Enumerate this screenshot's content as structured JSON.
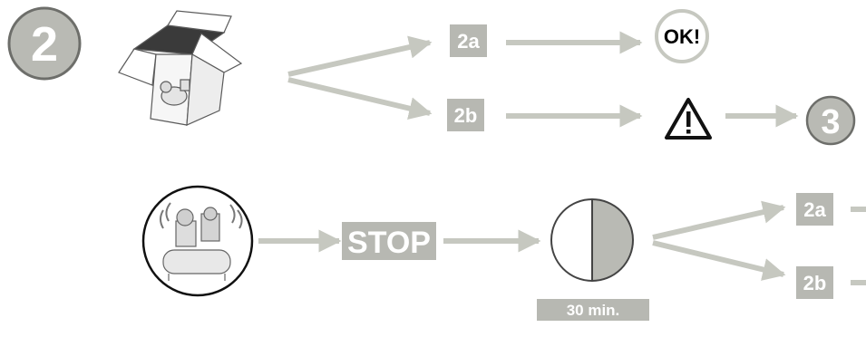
{
  "step": {
    "number": "2",
    "next_step": "3"
  },
  "row1": {
    "branch_a": "2a",
    "branch_b": "2b",
    "result_a": "OK!"
  },
  "row2": {
    "stop": "STOP",
    "wait_time": "30 min.",
    "branch_a": "2a",
    "branch_b": "2b"
  },
  "icons": {
    "box": "open-box-with-compressor-icon",
    "warning": "warning-triangle-icon",
    "compressor": "running-compressor-icon",
    "timer": "half-circle-timer-icon"
  },
  "colors": {
    "arrow": "#c6c8c0",
    "label_bg": "#b7b8b2",
    "circle_fill": "#b9bab4",
    "circle_stroke": "#6d6e6a",
    "warning_stroke": "#111111"
  }
}
